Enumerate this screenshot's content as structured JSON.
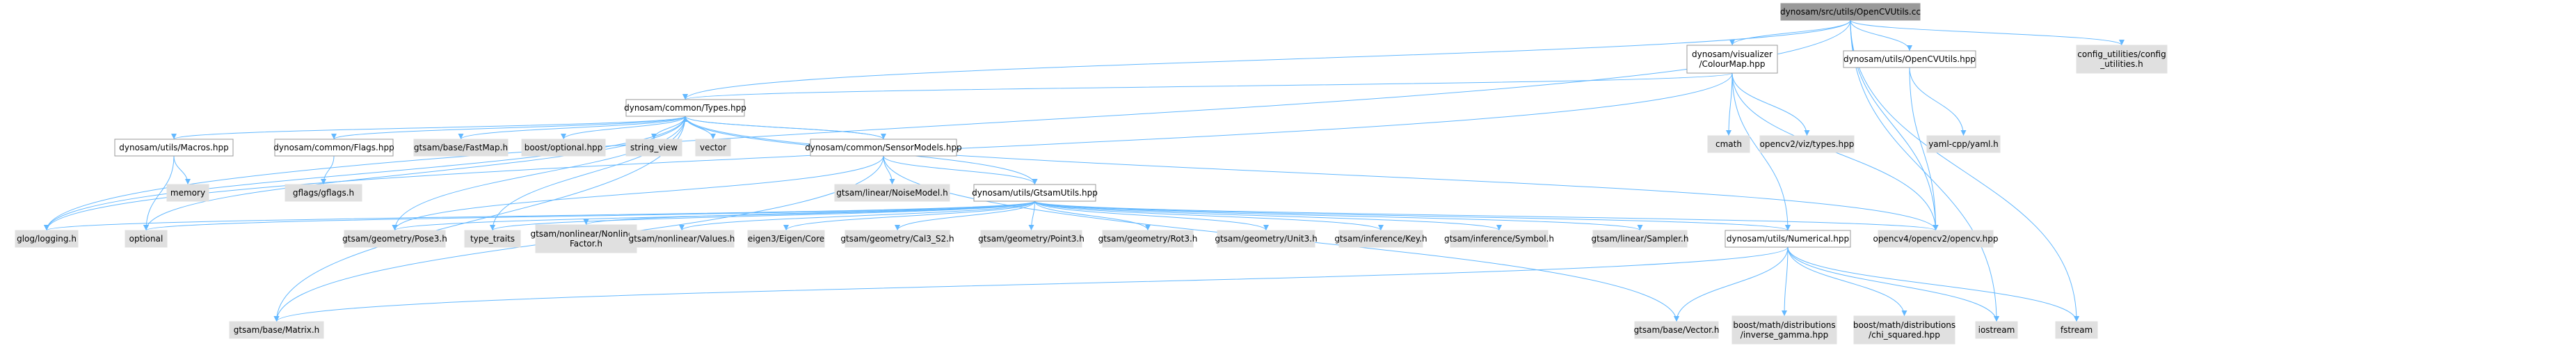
{
  "colors": {
    "root_fill": "#999999",
    "node_fill": "#ffffff",
    "system_fill": "#e0e0e0",
    "node_border": "#999999",
    "edge": "#63b8ff"
  },
  "nodes": [
    {
      "id": "opencvutils_cc",
      "kind": "root",
      "lines": [
        "dynosam/src/utils/OpenCVUtils.cc"
      ]
    },
    {
      "id": "colourmap_hpp",
      "kind": "node",
      "lines": [
        "dynosam/visualizer",
        "/ColourMap.hpp"
      ]
    },
    {
      "id": "opencvutils_hpp",
      "kind": "node",
      "lines": [
        "dynosam/utils/OpenCVUtils.hpp"
      ]
    },
    {
      "id": "config_utilities",
      "kind": "system",
      "lines": [
        "config_utilities/config",
        "_utilities.h"
      ]
    },
    {
      "id": "types_hpp",
      "kind": "node",
      "lines": [
        "dynosam/common/Types.hpp"
      ]
    },
    {
      "id": "cmath",
      "kind": "system",
      "lines": [
        "cmath"
      ]
    },
    {
      "id": "viz_types",
      "kind": "system",
      "lines": [
        "opencv2/viz/types.hpp"
      ]
    },
    {
      "id": "yaml_cpp",
      "kind": "system",
      "lines": [
        "yaml-cpp/yaml.h"
      ]
    },
    {
      "id": "macros_hpp",
      "kind": "node",
      "lines": [
        "dynosam/utils/Macros.hpp"
      ]
    },
    {
      "id": "flags_hpp",
      "kind": "node",
      "lines": [
        "dynosam/common/Flags.hpp"
      ]
    },
    {
      "id": "fastmap",
      "kind": "system",
      "lines": [
        "gtsam/base/FastMap.h"
      ]
    },
    {
      "id": "boost_optional",
      "kind": "system",
      "lines": [
        "boost/optional.hpp"
      ]
    },
    {
      "id": "string_view",
      "kind": "system",
      "lines": [
        "string_view"
      ]
    },
    {
      "id": "vector",
      "kind": "system",
      "lines": [
        "vector"
      ]
    },
    {
      "id": "sensormodels_hpp",
      "kind": "node",
      "lines": [
        "dynosam/common/SensorModels.hpp"
      ]
    },
    {
      "id": "memory",
      "kind": "system",
      "lines": [
        "memory"
      ]
    },
    {
      "id": "gflags",
      "kind": "system",
      "lines": [
        "gflags/gflags.h"
      ]
    },
    {
      "id": "noisemodel",
      "kind": "system",
      "lines": [
        "gtsam/linear/NoiseModel.h"
      ]
    },
    {
      "id": "gtsamutils_hpp",
      "kind": "node",
      "lines": [
        "dynosam/utils/GtsamUtils.hpp"
      ]
    },
    {
      "id": "glog",
      "kind": "system",
      "lines": [
        "glog/logging.h"
      ]
    },
    {
      "id": "optional",
      "kind": "system",
      "lines": [
        "optional"
      ]
    },
    {
      "id": "pose3",
      "kind": "system",
      "lines": [
        "gtsam/geometry/Pose3.h"
      ]
    },
    {
      "id": "type_traits",
      "kind": "system",
      "lines": [
        "type_traits"
      ]
    },
    {
      "id": "nonlinearfactor",
      "kind": "system",
      "lines": [
        "gtsam/nonlinear/Nonlinear",
        "Factor.h"
      ]
    },
    {
      "id": "values",
      "kind": "system",
      "lines": [
        "gtsam/nonlinear/Values.h"
      ]
    },
    {
      "id": "eigen_core",
      "kind": "system",
      "lines": [
        "eigen3/Eigen/Core"
      ]
    },
    {
      "id": "cal3_s2",
      "kind": "system",
      "lines": [
        "gtsam/geometry/Cal3_S2.h"
      ]
    },
    {
      "id": "point3",
      "kind": "system",
      "lines": [
        "gtsam/geometry/Point3.h"
      ]
    },
    {
      "id": "rot3",
      "kind": "system",
      "lines": [
        "gtsam/geometry/Rot3.h"
      ]
    },
    {
      "id": "unit3",
      "kind": "system",
      "lines": [
        "gtsam/geometry/Unit3.h"
      ]
    },
    {
      "id": "key",
      "kind": "system",
      "lines": [
        "gtsam/inference/Key.h"
      ]
    },
    {
      "id": "symbol",
      "kind": "system",
      "lines": [
        "gtsam/inference/Symbol.h"
      ]
    },
    {
      "id": "sampler",
      "kind": "system",
      "lines": [
        "gtsam/linear/Sampler.h"
      ]
    },
    {
      "id": "numerical_hpp",
      "kind": "node",
      "lines": [
        "dynosam/utils/Numerical.hpp"
      ]
    },
    {
      "id": "opencv_hpp",
      "kind": "system",
      "lines": [
        "opencv4/opencv2/opencv.hpp"
      ]
    },
    {
      "id": "matrix",
      "kind": "system",
      "lines": [
        "gtsam/base/Matrix.h"
      ]
    },
    {
      "id": "vector_h",
      "kind": "system",
      "lines": [
        "gtsam/base/Vector.h"
      ]
    },
    {
      "id": "inverse_gamma",
      "kind": "system",
      "lines": [
        "boost/math/distributions",
        "/inverse_gamma.hpp"
      ]
    },
    {
      "id": "chi_squared",
      "kind": "system",
      "lines": [
        "boost/math/distributions",
        "/chi_squared.hpp"
      ]
    },
    {
      "id": "iostream",
      "kind": "system",
      "lines": [
        "iostream"
      ]
    },
    {
      "id": "fstream",
      "kind": "system",
      "lines": [
        "fstream"
      ]
    }
  ],
  "edges": [
    [
      "opencvutils_cc",
      "colourmap_hpp"
    ],
    [
      "opencvutils_cc",
      "opencvutils_hpp"
    ],
    [
      "opencvutils_cc",
      "config_utilities"
    ],
    [
      "opencvutils_cc",
      "types_hpp"
    ],
    [
      "opencvutils_cc",
      "glog"
    ],
    [
      "opencvutils_cc",
      "opencv_hpp"
    ],
    [
      "opencvutils_cc",
      "iostream"
    ],
    [
      "opencvutils_cc",
      "fstream"
    ],
    [
      "colourmap_hpp",
      "types_hpp"
    ],
    [
      "colourmap_hpp",
      "cmath"
    ],
    [
      "colourmap_hpp",
      "viz_types"
    ],
    [
      "colourmap_hpp",
      "opencv_hpp"
    ],
    [
      "colourmap_hpp",
      "numerical_hpp"
    ],
    [
      "colourmap_hpp",
      "glog"
    ],
    [
      "opencvutils_hpp",
      "yaml_cpp"
    ],
    [
      "opencvutils_hpp",
      "opencv_hpp"
    ],
    [
      "types_hpp",
      "macros_hpp"
    ],
    [
      "types_hpp",
      "flags_hpp"
    ],
    [
      "types_hpp",
      "fastmap"
    ],
    [
      "types_hpp",
      "boost_optional"
    ],
    [
      "types_hpp",
      "string_view"
    ],
    [
      "types_hpp",
      "vector"
    ],
    [
      "types_hpp",
      "sensormodels_hpp"
    ],
    [
      "types_hpp",
      "gtsamutils_hpp"
    ],
    [
      "types_hpp",
      "glog"
    ],
    [
      "types_hpp",
      "optional"
    ],
    [
      "types_hpp",
      "matrix"
    ],
    [
      "types_hpp",
      "opencv_hpp"
    ],
    [
      "types_hpp",
      "type_traits"
    ],
    [
      "types_hpp",
      "pose3"
    ],
    [
      "macros_hpp",
      "memory"
    ],
    [
      "macros_hpp",
      "optional"
    ],
    [
      "flags_hpp",
      "gflags"
    ],
    [
      "sensormodels_hpp",
      "noisemodel"
    ],
    [
      "sensormodels_hpp",
      "gtsamutils_hpp"
    ],
    [
      "sensormodels_hpp",
      "types_hpp"
    ],
    [
      "sensormodels_hpp",
      "matrix"
    ],
    [
      "sensormodels_hpp",
      "vector_h"
    ],
    [
      "sensormodels_hpp",
      "pose3"
    ],
    [
      "gtsamutils_hpp",
      "glog"
    ],
    [
      "gtsamutils_hpp",
      "optional"
    ],
    [
      "gtsamutils_hpp",
      "pose3"
    ],
    [
      "gtsamutils_hpp",
      "type_traits"
    ],
    [
      "gtsamutils_hpp",
      "nonlinearfactor"
    ],
    [
      "gtsamutils_hpp",
      "values"
    ],
    [
      "gtsamutils_hpp",
      "eigen_core"
    ],
    [
      "gtsamutils_hpp",
      "cal3_s2"
    ],
    [
      "gtsamutils_hpp",
      "point3"
    ],
    [
      "gtsamutils_hpp",
      "rot3"
    ],
    [
      "gtsamutils_hpp",
      "unit3"
    ],
    [
      "gtsamutils_hpp",
      "key"
    ],
    [
      "gtsamutils_hpp",
      "symbol"
    ],
    [
      "gtsamutils_hpp",
      "sampler"
    ],
    [
      "gtsamutils_hpp",
      "numerical_hpp"
    ],
    [
      "gtsamutils_hpp",
      "opencv_hpp"
    ],
    [
      "numerical_hpp",
      "matrix"
    ],
    [
      "numerical_hpp",
      "vector_h"
    ],
    [
      "numerical_hpp",
      "inverse_gamma"
    ],
    [
      "numerical_hpp",
      "chi_squared"
    ],
    [
      "numerical_hpp",
      "iostream"
    ],
    [
      "numerical_hpp",
      "fstream"
    ]
  ]
}
